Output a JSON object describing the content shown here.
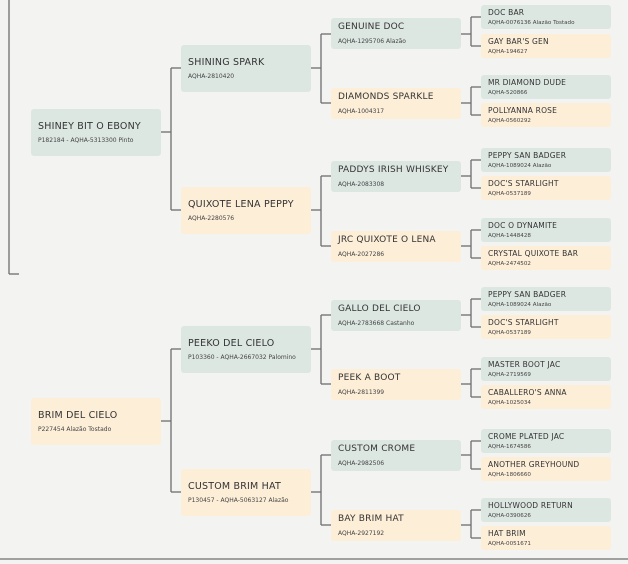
{
  "pedigree": {
    "shiney_bit_o_ebony": {
      "name": "SHINEY BIT O EBONY",
      "reg": "P182184 - AQHA-5313300 Pinto"
    },
    "brim_del_cielo": {
      "name": "BRIM DEL CIELO",
      "reg": "P227454 Alazão Tostado"
    },
    "shining_spark": {
      "name": "SHINING SPARK",
      "reg": "AQHA-2810420"
    },
    "quixote_lena_peppy": {
      "name": "QUIXOTE LENA PEPPY",
      "reg": "AQHA-2280576"
    },
    "peeko_del_cielo": {
      "name": "PEEKO DEL CIELO",
      "reg": "P103360 - AQHA-2667032 Palomino"
    },
    "custom_brim_hat": {
      "name": "CUSTOM BRIM HAT",
      "reg": "P130457 - AQHA-5063127 Alazão"
    },
    "genuine_doc": {
      "name": "GENUINE DOC",
      "reg": "AQHA-1295706 Alazão"
    },
    "diamonds_sparkle": {
      "name": "DIAMONDS SPARKLE",
      "reg": "AQHA-1004317"
    },
    "paddys_irish_whiskey": {
      "name": "PADDYS IRISH WHISKEY",
      "reg": "AQHA-2083308"
    },
    "jrc_quixote_o_lena": {
      "name": "JRC QUIXOTE O LENA",
      "reg": "AQHA-2027286"
    },
    "gallo_del_cielo": {
      "name": "GALLO DEL CIELO",
      "reg": "AQHA-2783668 Castanho"
    },
    "peek_a_boot": {
      "name": "PEEK A BOOT",
      "reg": "AQHA-2811399"
    },
    "custom_crome": {
      "name": "CUSTOM CROME",
      "reg": "AQHA-2982506"
    },
    "bay_brim_hat": {
      "name": "BAY BRIM HAT",
      "reg": "AQHA-2927192"
    },
    "doc_bar": {
      "name": "DOC BAR",
      "reg": "AQHA-0076136 Alazão Tostado"
    },
    "gay_bars_gen": {
      "name": "GAY BAR'S GEN",
      "reg": "AQHA-194627"
    },
    "mr_diamond_dude": {
      "name": "MR DIAMOND DUDE",
      "reg": "AQHA-520866"
    },
    "pollyanna_rose": {
      "name": "POLLYANNA ROSE",
      "reg": "AQHA-0560292"
    },
    "peppy_san_badger_1": {
      "name": "PEPPY SAN BADGER",
      "reg": "AQHA-1089024 Alazão"
    },
    "docs_starlight_1": {
      "name": "DOC'S STARLIGHT",
      "reg": "AQHA-0537189"
    },
    "doc_o_dynamite": {
      "name": "DOC O DYNAMITE",
      "reg": "AQHA-1448428"
    },
    "crystal_quixote_bar": {
      "name": "CRYSTAL QUIXOTE BAR",
      "reg": "AQHA-2474502"
    },
    "peppy_san_badger_2": {
      "name": "PEPPY SAN BADGER",
      "reg": "AQHA-1089024 Alazão"
    },
    "docs_starlight_2": {
      "name": "DOC'S STARLIGHT",
      "reg": "AQHA-0537189"
    },
    "master_boot_jac": {
      "name": "MASTER BOOT JAC",
      "reg": "AQHA-2719569"
    },
    "caballeros_anna": {
      "name": "CABALLERO'S ANNA",
      "reg": "AQHA-1025034"
    },
    "crome_plated_jac": {
      "name": "CROME PLATED JAC",
      "reg": "AQHA-1674586"
    },
    "another_greyhound": {
      "name": "ANOTHER GREYHOUND",
      "reg": "AQHA-1806660"
    },
    "hollywood_return": {
      "name": "HOLLYWOOD RETURN",
      "reg": "AQHA-0390626"
    },
    "hat_brim": {
      "name": "HAT BRIM",
      "reg": "AQHA-0051671"
    }
  },
  "colors": {
    "sire_box": "#dde7e2",
    "dam_box": "#fdeed8",
    "connector": "#6e6e6e",
    "background": "#f3f3f2"
  }
}
